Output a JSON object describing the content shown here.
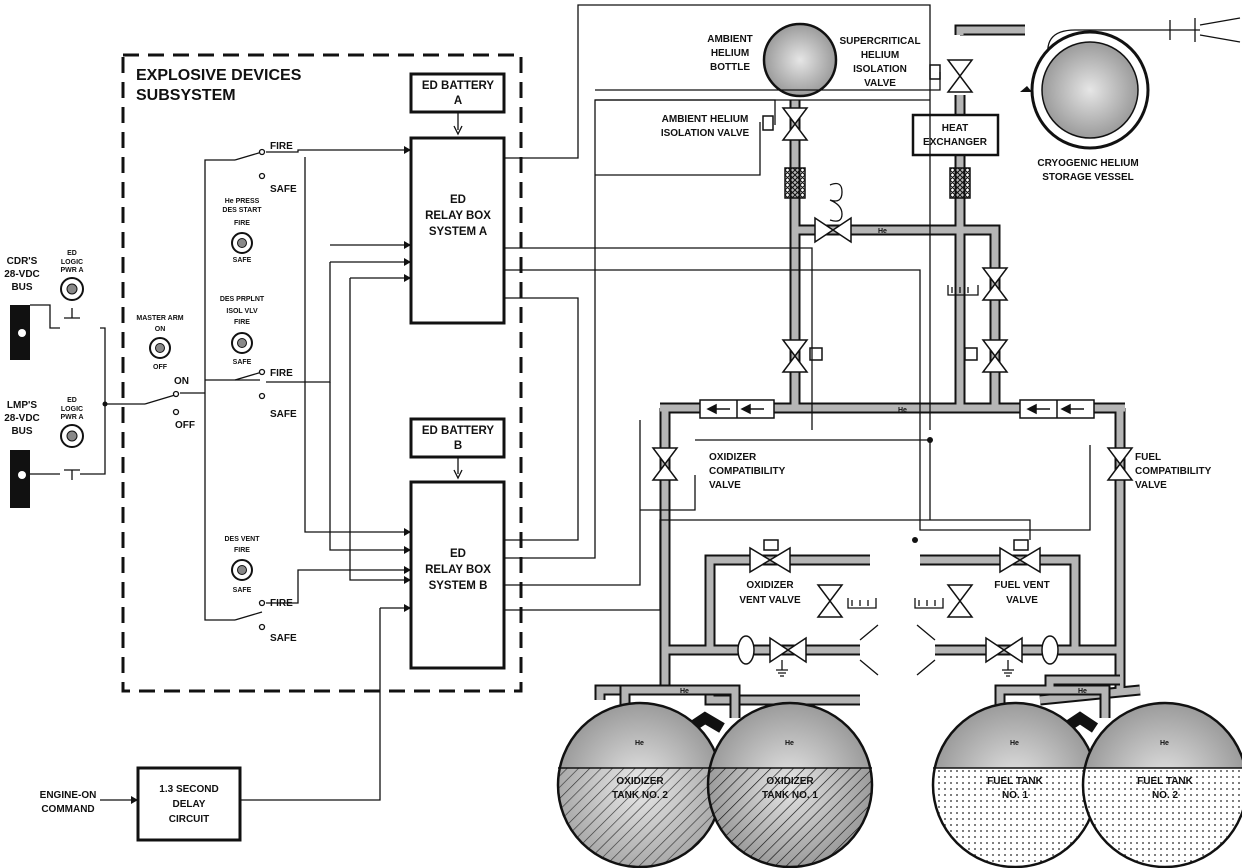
{
  "subsystem_title": [
    "EXPLOSIVE DEVICES",
    "SUBSYSTEM"
  ],
  "ed_battery_a": [
    "ED BATTERY",
    "A"
  ],
  "ed_battery_b": [
    "ED BATTERY",
    "B"
  ],
  "relay_box_a": [
    "ED",
    "RELAY BOX",
    "SYSTEM A"
  ],
  "relay_box_b": [
    "ED",
    "RELAY BOX",
    "SYSTEM B"
  ],
  "cdr_bus": [
    "CDR'S",
    "28-VDC",
    "BUS"
  ],
  "lmp_bus": [
    "LMP'S",
    "28-VDC",
    "BUS"
  ],
  "breaker_label": [
    "ED",
    "LOGIC",
    "PWR A"
  ],
  "master_arm": [
    "MASTER ARM",
    "ON",
    "OFF"
  ],
  "master_switch": {
    "on": "ON",
    "off": "OFF"
  },
  "switches": {
    "fire": "FIRE",
    "safe": "SAFE"
  },
  "he_press": [
    "He PRESS",
    "DES START",
    "FIRE",
    "SAFE"
  ],
  "des_prplnt": [
    "DES PRPLNT",
    "ISOL VLV",
    "FIRE",
    "SAFE"
  ],
  "des_vent": [
    "DES VENT",
    "FIRE",
    "SAFE"
  ],
  "delay_circuit": [
    "1.3 SECOND",
    "DELAY",
    "CIRCUIT"
  ],
  "engine_on": [
    "ENGINE-ON",
    "COMMAND"
  ],
  "ambient_bottle": [
    "AMBIENT",
    "HELIUM",
    "BOTTLE"
  ],
  "ambient_valve": [
    "AMBIENT HELIUM",
    "ISOLATION VALVE"
  ],
  "supercritical_valve": [
    "SUPERCRITICAL",
    "HELIUM",
    "ISOLATION",
    "VALVE"
  ],
  "heat_exchanger": [
    "HEAT",
    "EXCHANGER"
  ],
  "cryogenic_vessel": [
    "CRYOGENIC HELIUM",
    "STORAGE VESSEL"
  ],
  "oxidizer_compat": [
    "OXIDIZER",
    "COMPATIBILITY",
    "VALVE"
  ],
  "fuel_compat": [
    "FUEL",
    "COMPATIBILITY",
    "VALVE"
  ],
  "oxidizer_vent": [
    "OXIDIZER",
    "VENT VALVE"
  ],
  "fuel_vent": [
    "FUEL VENT",
    "VALVE"
  ],
  "he": "He",
  "tanks": {
    "ox2": [
      "OXIDIZER",
      "TANK NO. 2"
    ],
    "ox1": [
      "OXIDIZER",
      "TANK NO. 1"
    ],
    "fuel1": [
      "FUEL TANK",
      "NO. 1"
    ],
    "fuel2": [
      "FUEL TANK",
      "NO. 2"
    ]
  }
}
